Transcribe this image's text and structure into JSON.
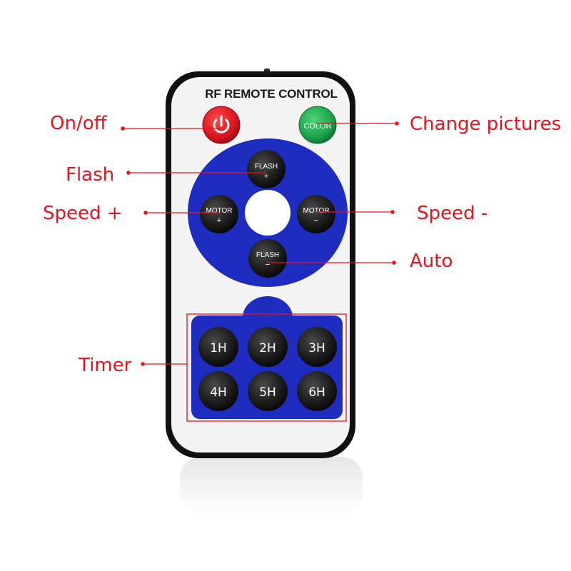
{
  "remote": {
    "title": "RF REMOTE CONTROL",
    "color_button_label": "COLOR",
    "pad": {
      "flash_up": [
        "FLASH",
        "+"
      ],
      "flash_down": [
        "FLASH",
        "−"
      ],
      "motor_plus": [
        "MOTOR",
        "+"
      ],
      "motor_minus": [
        "MOTOR",
        "−"
      ]
    },
    "timer_label": "TIMER",
    "timer_buttons": [
      "1H",
      "2H",
      "3H",
      "4H",
      "5H",
      "6H"
    ]
  },
  "callouts": {
    "on_off": "On/off",
    "change_pictures": "Change pictures",
    "flash": "Flash",
    "speed_plus": "Speed +",
    "speed_minus": "Speed -",
    "auto": "Auto",
    "timer": "Timer"
  },
  "colors": {
    "accent_red": "#e8141b",
    "remote_blue": "#1f2cc0",
    "power_red": "#d8141e",
    "color_green": "#1ba24a",
    "button_black": "#1c1c1c",
    "body_white": "#f4f4f4",
    "frame_black": "#111111"
  },
  "icons": [
    "power-icon",
    "dot-bullet-icon"
  ]
}
